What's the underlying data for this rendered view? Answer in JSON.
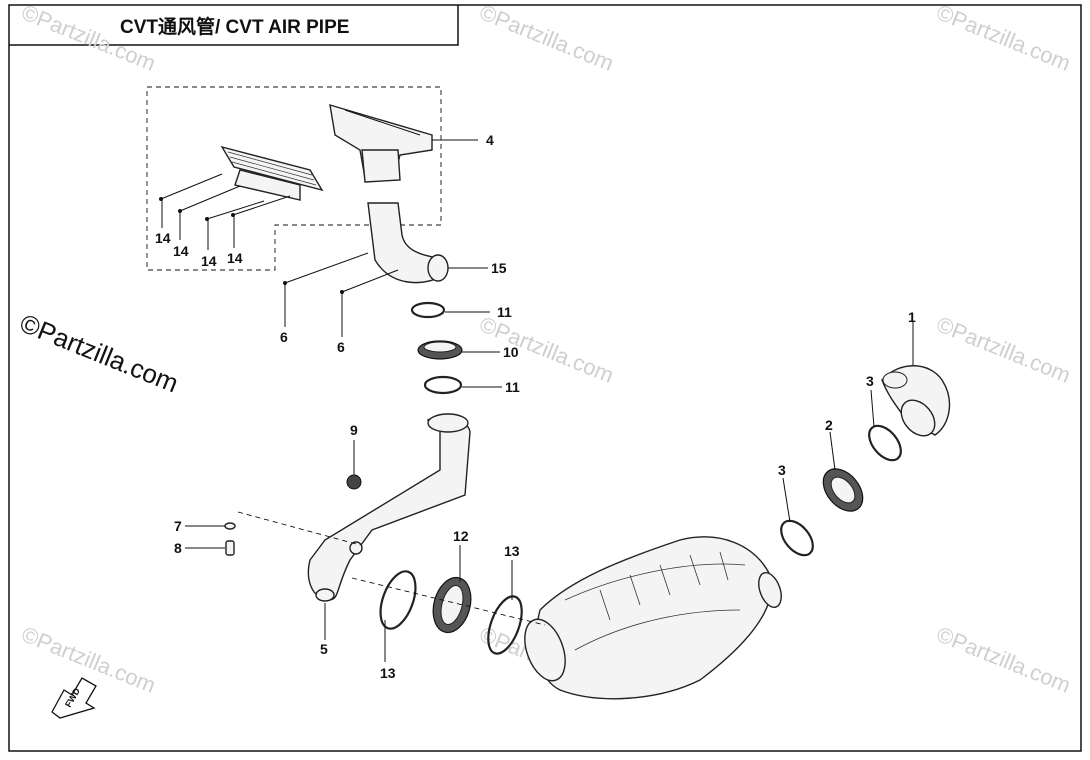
{
  "title": "CVT通风管/ CVT AIR PIPE",
  "watermarks": {
    "tiled": "©Partzilla.com",
    "main": "©Partzilla.com"
  },
  "fwd_label": "FWD",
  "callouts": {
    "c1": "1",
    "c2": "2",
    "c3a": "3",
    "c3b": "3",
    "c4": "4",
    "c5": "5",
    "c6a": "6",
    "c6b": "6",
    "c7": "7",
    "c8": "8",
    "c9": "9",
    "c10": "10",
    "c11a": "11",
    "c11b": "11",
    "c12": "12",
    "c13a": "13",
    "c13b": "13",
    "c14a": "14",
    "c14b": "14",
    "c14c": "14",
    "c14d": "14",
    "c15": "15"
  },
  "colors": {
    "line": "#111111",
    "watermark": "#cfcfcf",
    "part_fill": "#f4f4f4",
    "dark_fill": "#555555"
  }
}
